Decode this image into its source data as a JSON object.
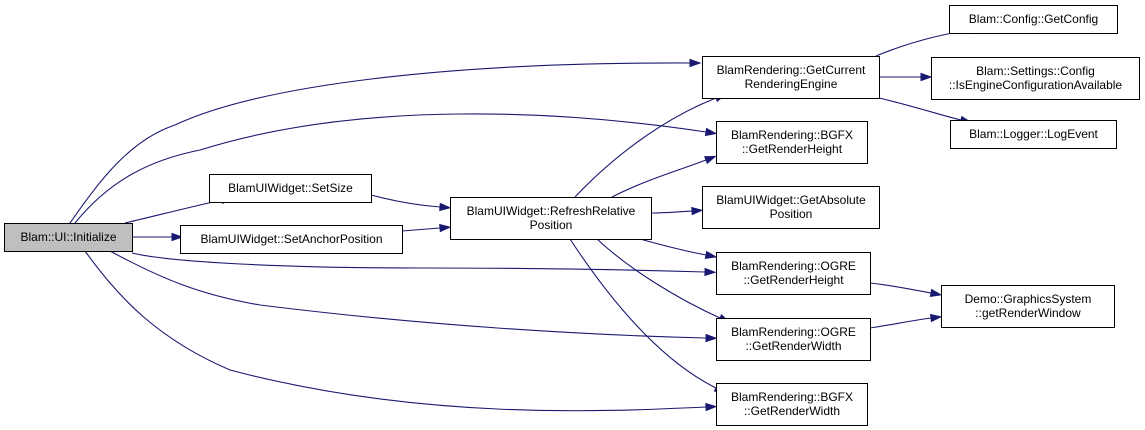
{
  "colors": {
    "edge": "#191970",
    "node_fill": "#ffffff",
    "root_fill": "#bfbfbf",
    "node_border": "#000000"
  },
  "nodes": [
    {
      "id": "ui_initialize",
      "lines": [
        "Blam::UI::Initialize"
      ],
      "root": true
    },
    {
      "id": "setsize",
      "lines": [
        "BlamUIWidget::SetSize"
      ]
    },
    {
      "id": "setanchor",
      "lines": [
        "BlamUIWidget::SetAnchorPosition"
      ]
    },
    {
      "id": "refresh",
      "lines": [
        "BlamUIWidget::RefreshRelative",
        "Position"
      ]
    },
    {
      "id": "getcurrent",
      "lines": [
        "BlamRendering::GetCurrent",
        "RenderingEngine"
      ]
    },
    {
      "id": "bgfx_height",
      "lines": [
        "BlamRendering::BGFX",
        "::GetRenderHeight"
      ]
    },
    {
      "id": "getabsolute",
      "lines": [
        "BlamUIWidget::GetAbsolute",
        "Position"
      ]
    },
    {
      "id": "ogre_height",
      "lines": [
        "BlamRendering::OGRE",
        "::GetRenderHeight"
      ]
    },
    {
      "id": "ogre_width",
      "lines": [
        "BlamRendering::OGRE",
        "::GetRenderWidth"
      ]
    },
    {
      "id": "bgfx_width",
      "lines": [
        "BlamRendering::BGFX",
        "::GetRenderWidth"
      ]
    },
    {
      "id": "getconfig",
      "lines": [
        "Blam::Config::GetConfig"
      ]
    },
    {
      "id": "isengine",
      "lines": [
        "Blam::Settings::Config",
        "::IsEngineConfigurationAvailable"
      ]
    },
    {
      "id": "logevent",
      "lines": [
        "Blam::Logger::LogEvent"
      ]
    },
    {
      "id": "getrenderwindow",
      "lines": [
        "Demo::GraphicsSystem",
        "::getRenderWindow"
      ]
    }
  ],
  "edges": [
    {
      "from": "ui_initialize",
      "to": "setsize"
    },
    {
      "from": "ui_initialize",
      "to": "setanchor"
    },
    {
      "from": "ui_initialize",
      "to": "getcurrent"
    },
    {
      "from": "ui_initialize",
      "to": "bgfx_height"
    },
    {
      "from": "ui_initialize",
      "to": "ogre_height"
    },
    {
      "from": "ui_initialize",
      "to": "ogre_width"
    },
    {
      "from": "ui_initialize",
      "to": "bgfx_width"
    },
    {
      "from": "setsize",
      "to": "refresh"
    },
    {
      "from": "setanchor",
      "to": "refresh"
    },
    {
      "from": "refresh",
      "to": "getcurrent"
    },
    {
      "from": "refresh",
      "to": "bgfx_height"
    },
    {
      "from": "refresh",
      "to": "getabsolute"
    },
    {
      "from": "refresh",
      "to": "ogre_height"
    },
    {
      "from": "refresh",
      "to": "ogre_width"
    },
    {
      "from": "refresh",
      "to": "bgfx_width"
    },
    {
      "from": "getcurrent",
      "to": "getconfig"
    },
    {
      "from": "getcurrent",
      "to": "isengine"
    },
    {
      "from": "getcurrent",
      "to": "logevent"
    },
    {
      "from": "ogre_height",
      "to": "getrenderwindow"
    },
    {
      "from": "ogre_width",
      "to": "getrenderwindow"
    }
  ]
}
